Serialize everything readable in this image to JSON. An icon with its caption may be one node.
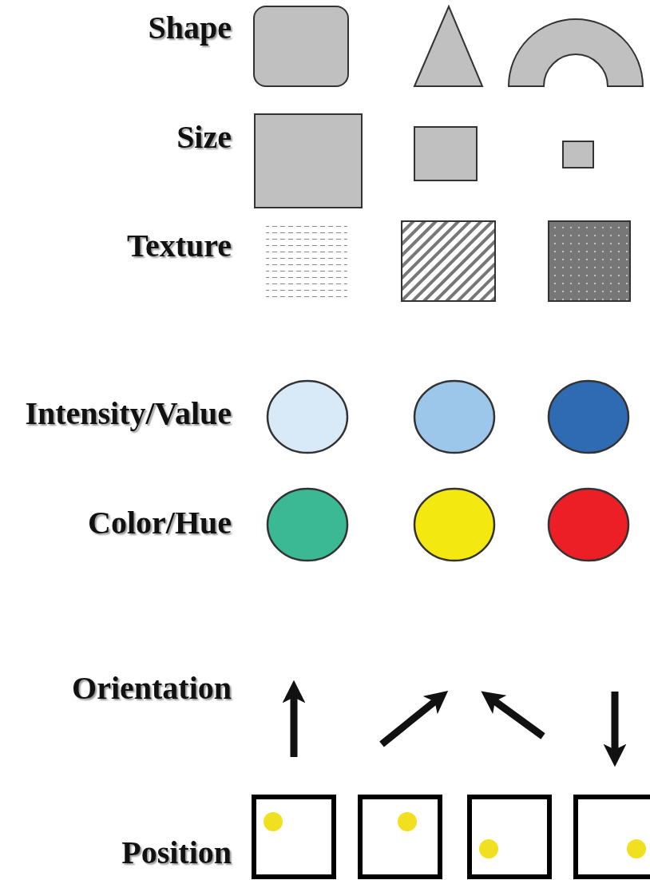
{
  "diagram": {
    "labels": [
      "Shape",
      "Size",
      "Texture",
      "Intensity/Value",
      "Color/Hue",
      "Orientation",
      "Position"
    ]
  }
}
